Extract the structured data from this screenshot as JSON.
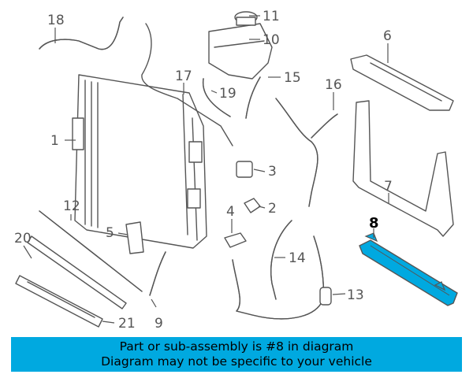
{
  "callouts": {
    "c1": "1",
    "c2": "2",
    "c3": "3",
    "c4": "4",
    "c5": "5",
    "c6": "6",
    "c7": "7",
    "c8": "8",
    "c9": "9",
    "c10": "10",
    "c11": "11",
    "c12": "12",
    "c13": "13",
    "c14": "14",
    "c15": "15",
    "c16": "16",
    "c17": "17",
    "c18": "18",
    "c19": "19",
    "c20": "20",
    "c21": "21"
  },
  "highlight_color": "#00a9e0",
  "banner": {
    "line1": "Part or sub-assembly is #8 in diagram",
    "line2": "Diagram may not be specific to your vehicle"
  }
}
